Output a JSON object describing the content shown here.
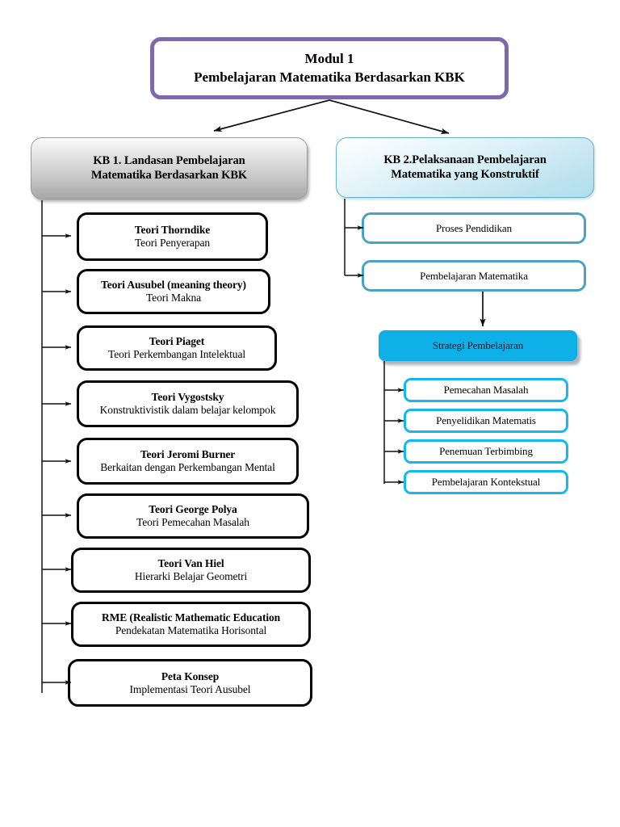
{
  "diagram": {
    "title_box": {
      "line1": "Modul 1",
      "line2": "Pembelajaran Matematika Berdasarkan KBK",
      "border_color": "#7e6aa9"
    },
    "branches": [
      {
        "id": "kb1",
        "line1": "KB 1. Landasan Pembelajaran",
        "line2": "Matematika Berdasarkan KBK",
        "fill": "gray-gradient",
        "border_color": "#9a9a9a"
      },
      {
        "id": "kb2",
        "line1": "KB 2.Pelaksanaan Pembelajaran",
        "line2": "Matematika  yang Konstruktif",
        "fill": "lightblue-gradient",
        "border_color": "#5fb3cc"
      }
    ],
    "kb1_items": [
      {
        "title": "Teori Thorndike",
        "subtitle": "Teori Penyerapan"
      },
      {
        "title": "Teori Ausubel (meaning theory)",
        "subtitle": "Teori Makna"
      },
      {
        "title": "Teori Piaget",
        "subtitle": "Teori Perkembangan Intelektual"
      },
      {
        "title": "Teori Vygostsky",
        "subtitle": "Konstruktivistik dalam belajar kelompok"
      },
      {
        "title": "Teori Jeromi Burner",
        "subtitle": "Berkaitan dengan Perkembangan Mental"
      },
      {
        "title": "Teori George Polya",
        "subtitle": "Teori Pemecahan Masalah"
      },
      {
        "title": "Teori Van Hiel",
        "subtitle": "Hierarki Belajar Geometri"
      },
      {
        "title": "RME (Realistic Mathematic Education",
        "subtitle": "Pendekatan Matematika Horisontal"
      },
      {
        "title": "Peta Konsep",
        "subtitle": "Implementasi Teori Ausubel"
      }
    ],
    "kb2_items": [
      {
        "label": "Proses Pendidikan"
      },
      {
        "label": "Pembelajaran Matematika"
      }
    ],
    "strategi": {
      "label": "Strategi Pembelajaran",
      "fill_color": "#0fb0e8"
    },
    "strategi_items": [
      {
        "label": "Pemecahan Masalah"
      },
      {
        "label": "Penyelidikan Matematis"
      },
      {
        "label": "Penemuan Terbimbing"
      },
      {
        "label": "Pembelajaran Kontekstual"
      }
    ]
  }
}
